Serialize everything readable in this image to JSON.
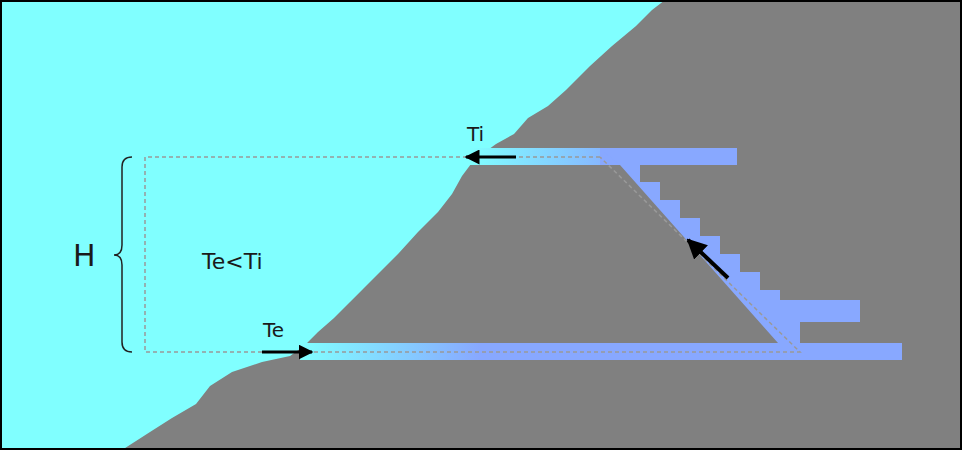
{
  "diagram": {
    "labels": [
      "Ti",
      "H",
      "Te<Ti",
      "Te"
    ]
  }
}
